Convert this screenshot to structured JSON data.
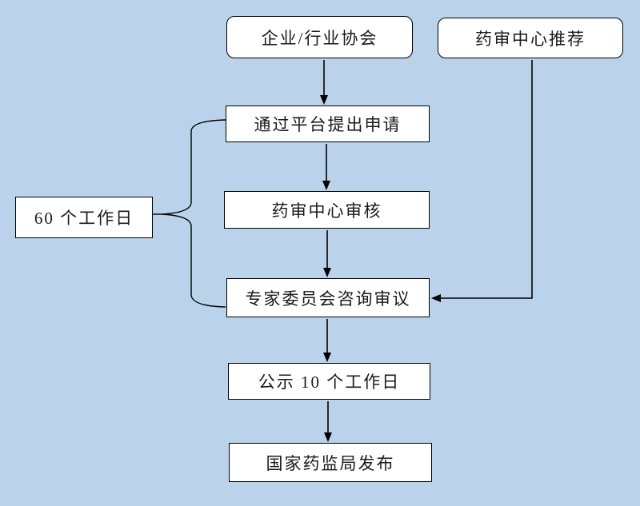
{
  "colors": {
    "background": "#bad3eb",
    "node_fill": "#ffffff",
    "node_border": "#000000",
    "connector": "#000000"
  },
  "diagram": {
    "type": "flowchart",
    "nodes": {
      "enterprise": {
        "label": "企业/行业协会",
        "shape": "rounded"
      },
      "cde_recommend": {
        "label": "药审中心推荐",
        "shape": "rounded"
      },
      "apply": {
        "label": "通过平台提出申请",
        "shape": "rect"
      },
      "cde_review": {
        "label": "药审中心审核",
        "shape": "rect"
      },
      "expert_committee": {
        "label": "专家委员会咨询审议",
        "shape": "rect"
      },
      "public_notice": {
        "label": "公示 10 个工作日",
        "shape": "rect"
      },
      "nmpa_release": {
        "label": "国家药监局发布",
        "shape": "rect"
      },
      "sixty_working_days": {
        "label": "60 个工作日",
        "shape": "rect"
      }
    },
    "connectors": [
      {
        "name": "arrow-enterprise-to-apply",
        "from": "enterprise",
        "to": "apply",
        "type": "arrow"
      },
      {
        "name": "arrow-apply-to-cde-review",
        "from": "apply",
        "to": "cde_review",
        "type": "arrow"
      },
      {
        "name": "arrow-cde-review-to-expert",
        "from": "cde_review",
        "to": "expert_committee",
        "type": "arrow"
      },
      {
        "name": "arrow-expert-to-public",
        "from": "expert_committee",
        "to": "public_notice",
        "type": "arrow"
      },
      {
        "name": "arrow-public-to-nmpa",
        "from": "public_notice",
        "to": "nmpa_release",
        "type": "arrow"
      },
      {
        "name": "arrow-cde-recommend-to-expert",
        "from": "cde_recommend",
        "to": "expert_committee",
        "type": "arrow"
      },
      {
        "name": "brace-sixty-days",
        "from": "sixty_working_days",
        "to": "apply–expert_committee",
        "type": "brace"
      }
    ]
  }
}
